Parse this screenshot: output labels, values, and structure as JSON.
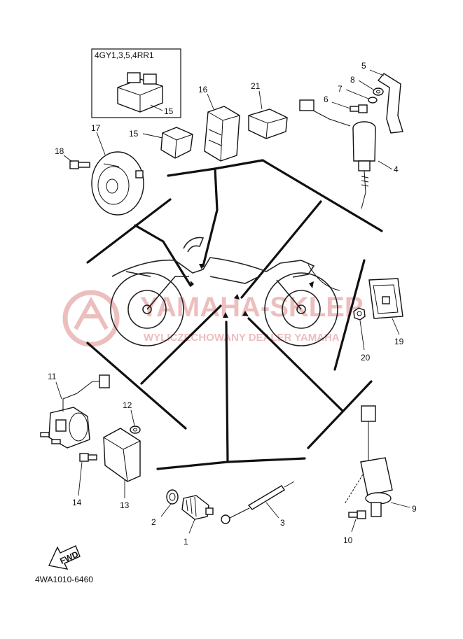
{
  "diagram_code": "4WA1010-6460",
  "inset_label": "4GY1,3,5,4RR1",
  "fwd_label": "FWD",
  "watermark": {
    "line1": "YAMAHA-SKLEP",
    "line2": "WYLICZECHOWANY DEALER YAMAHA",
    "color": "#e8a9a9"
  },
  "parts": {
    "p1": "1",
    "p2": "2",
    "p3": "3",
    "p4": "4",
    "p5": "5",
    "p6": "6",
    "p7": "7",
    "p8": "8",
    "p9": "9",
    "p10": "10",
    "p11": "11",
    "p12": "12",
    "p13": "13",
    "p14": "14",
    "p15": "15",
    "p15b": "15",
    "p16": "16",
    "p17": "17",
    "p18": "18",
    "p19": "19",
    "p20": "20",
    "p21": "21"
  }
}
